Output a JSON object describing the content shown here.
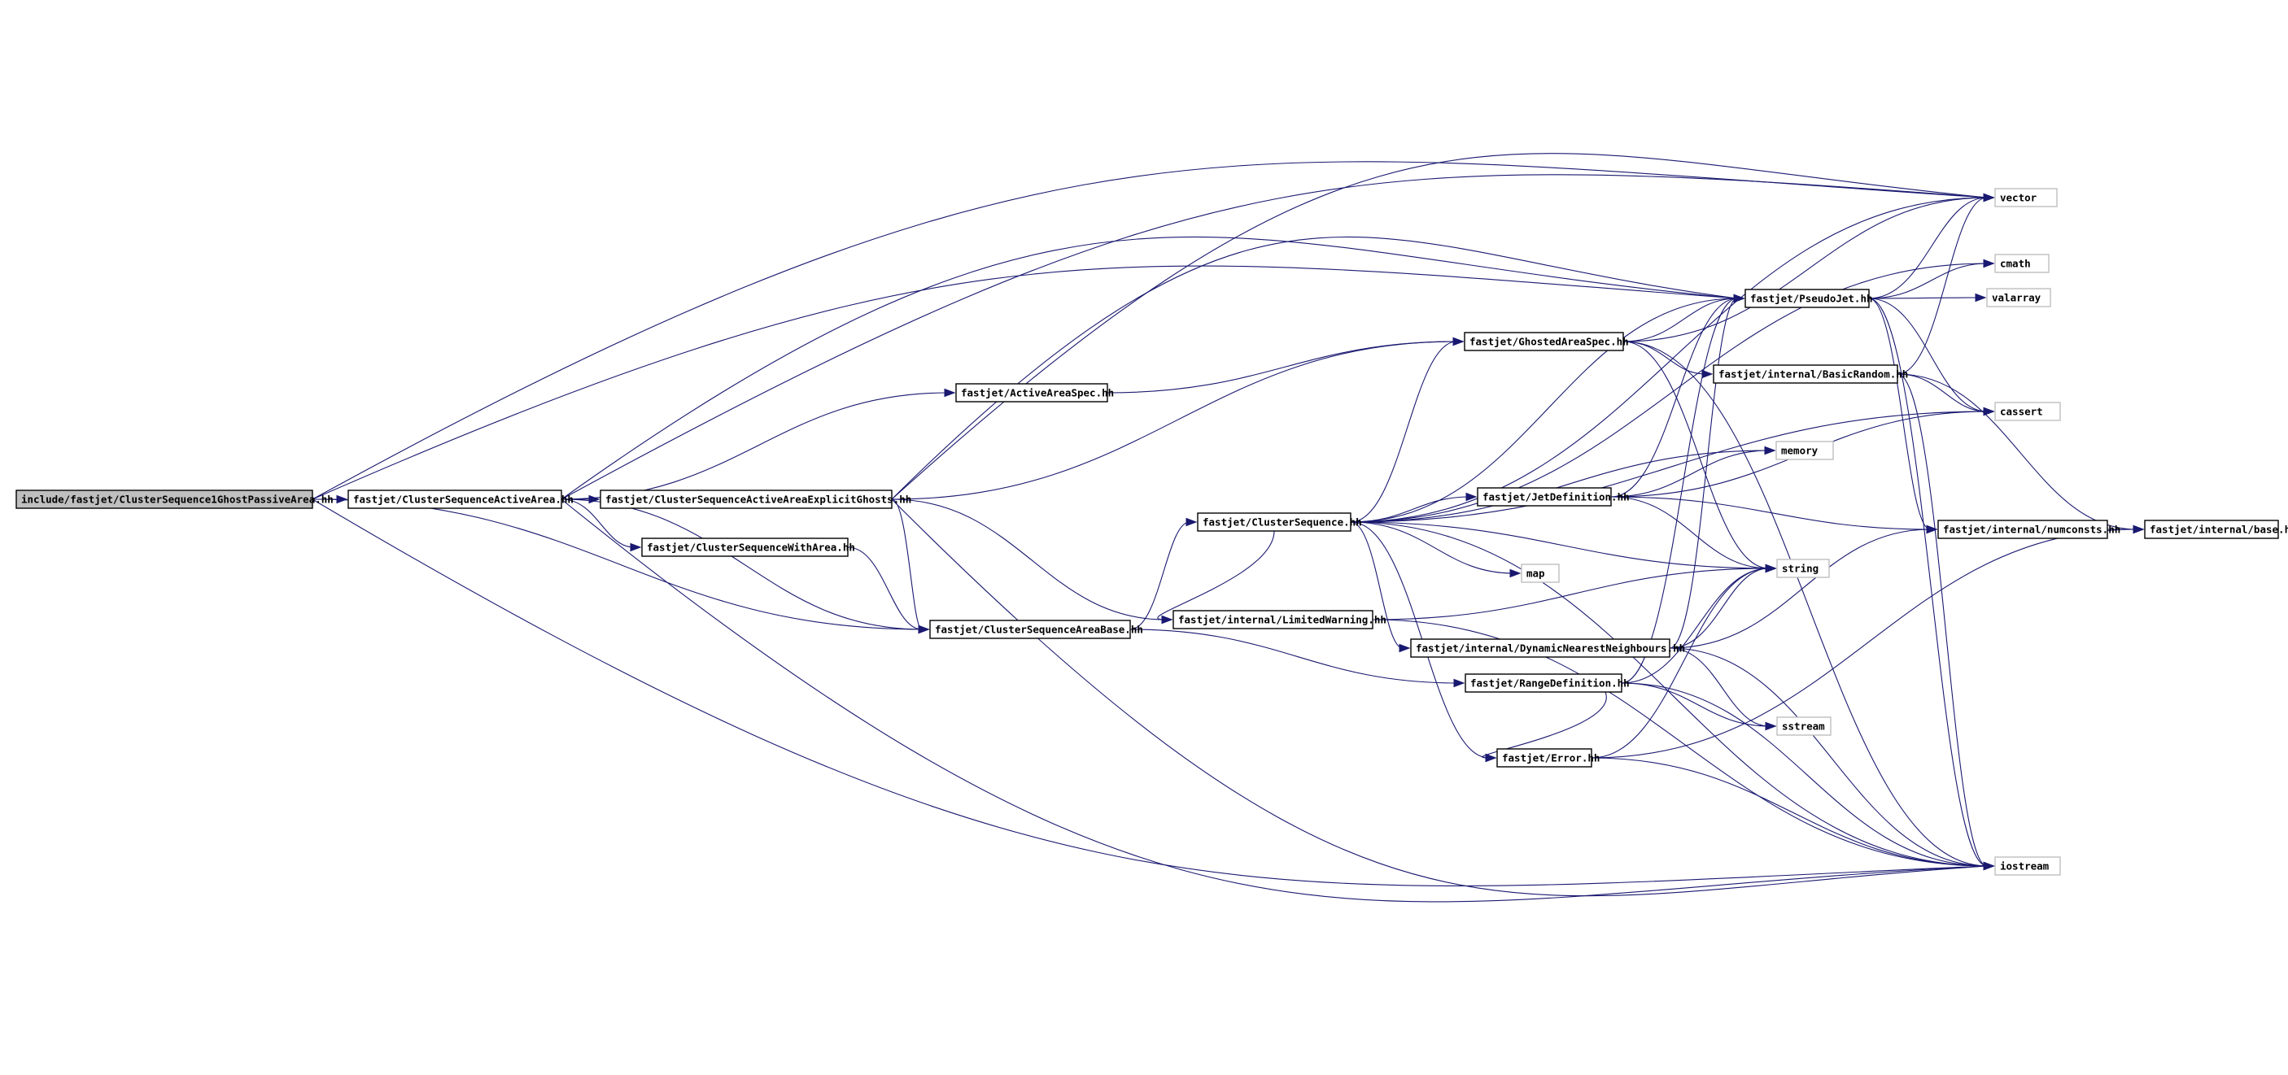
{
  "graph": {
    "edge_color": "#191970",
    "root_fill": "#bfbfbf",
    "external_border": "#bfbfbf",
    "nodes": [
      {
        "id": "root",
        "label": "include/fastjet/ClusterSequence1GhostPassiveArea.hh",
        "root": true
      },
      {
        "id": "csaa",
        "label": "fastjet/ClusterSequenceActiveArea.hh"
      },
      {
        "id": "csaaeg",
        "label": "fastjet/ClusterSequenceActiveAreaExplicitGhosts.hh"
      },
      {
        "id": "aas",
        "label": "fastjet/ActiveAreaSpec.hh"
      },
      {
        "id": "cswa",
        "label": "fastjet/ClusterSequenceWithArea.hh"
      },
      {
        "id": "csab",
        "label": "fastjet/ClusterSequenceAreaBase.hh"
      },
      {
        "id": "cs",
        "label": "fastjet/ClusterSequence.hh"
      },
      {
        "id": "lw",
        "label": "fastjet/internal/LimitedWarning.hh"
      },
      {
        "id": "gas",
        "label": "fastjet/GhostedAreaSpec.hh"
      },
      {
        "id": "jd",
        "label": "fastjet/JetDefinition.hh"
      },
      {
        "id": "dnn",
        "label": "fastjet/internal/DynamicNearestNeighbours.hh"
      },
      {
        "id": "rd",
        "label": "fastjet/RangeDefinition.hh"
      },
      {
        "id": "err",
        "label": "fastjet/Error.hh"
      },
      {
        "id": "pj",
        "label": "fastjet/PseudoJet.hh"
      },
      {
        "id": "br",
        "label": "fastjet/internal/BasicRandom.hh"
      },
      {
        "id": "nc",
        "label": "fastjet/internal/numconsts.hh"
      },
      {
        "id": "base",
        "label": "fastjet/internal/base.hh"
      },
      {
        "id": "vector",
        "label": "vector",
        "external": true
      },
      {
        "id": "cmath",
        "label": "cmath",
        "external": true
      },
      {
        "id": "valarray",
        "label": "valarray",
        "external": true
      },
      {
        "id": "cassert",
        "label": "cassert",
        "external": true
      },
      {
        "id": "memory",
        "label": "memory",
        "external": true
      },
      {
        "id": "map",
        "label": "map",
        "external": true
      },
      {
        "id": "string",
        "label": "string",
        "external": true
      },
      {
        "id": "sstream",
        "label": "sstream",
        "external": true
      },
      {
        "id": "iostream",
        "label": "iostream",
        "external": true
      }
    ],
    "edges": [
      [
        "root",
        "csaa"
      ],
      [
        "root",
        "csab"
      ],
      [
        "root",
        "vector"
      ],
      [
        "root",
        "pj"
      ],
      [
        "root",
        "iostream"
      ],
      [
        "csaa",
        "csaaeg"
      ],
      [
        "csaa",
        "aas"
      ],
      [
        "csaa",
        "cswa"
      ],
      [
        "csaa",
        "csab"
      ],
      [
        "csaa",
        "vector"
      ],
      [
        "csaa",
        "pj"
      ],
      [
        "csaa",
        "iostream"
      ],
      [
        "csaaeg",
        "csab"
      ],
      [
        "csaaeg",
        "gas"
      ],
      [
        "csaaeg",
        "lw"
      ],
      [
        "csaaeg",
        "pj"
      ],
      [
        "csaaeg",
        "vector"
      ],
      [
        "csaaeg",
        "iostream"
      ],
      [
        "aas",
        "gas"
      ],
      [
        "cswa",
        "csab"
      ],
      [
        "csab",
        "cs"
      ],
      [
        "csab",
        "rd"
      ],
      [
        "cs",
        "pj"
      ],
      [
        "cs",
        "gas"
      ],
      [
        "cs",
        "jd"
      ],
      [
        "cs",
        "lw"
      ],
      [
        "cs",
        "dnn"
      ],
      [
        "cs",
        "err"
      ],
      [
        "cs",
        "vector"
      ],
      [
        "cs",
        "cmath"
      ],
      [
        "cs",
        "cassert"
      ],
      [
        "cs",
        "memory"
      ],
      [
        "cs",
        "map"
      ],
      [
        "cs",
        "string"
      ],
      [
        "cs",
        "iostream"
      ],
      [
        "lw",
        "string"
      ],
      [
        "lw",
        "iostream"
      ],
      [
        "gas",
        "pj"
      ],
      [
        "gas",
        "br"
      ],
      [
        "gas",
        "vector"
      ],
      [
        "gas",
        "string"
      ],
      [
        "gas",
        "iostream"
      ],
      [
        "jd",
        "pj"
      ],
      [
        "jd",
        "nc"
      ],
      [
        "jd",
        "string"
      ],
      [
        "jd",
        "cassert"
      ],
      [
        "jd",
        "memory"
      ],
      [
        "dnn",
        "pj"
      ],
      [
        "dnn",
        "string"
      ],
      [
        "dnn",
        "nc"
      ],
      [
        "dnn",
        "sstream"
      ],
      [
        "dnn",
        "iostream"
      ],
      [
        "rd",
        "pj"
      ],
      [
        "rd",
        "err"
      ],
      [
        "rd",
        "string"
      ],
      [
        "rd",
        "sstream"
      ],
      [
        "rd",
        "iostream"
      ],
      [
        "err",
        "string"
      ],
      [
        "err",
        "base"
      ],
      [
        "err",
        "iostream"
      ],
      [
        "pj",
        "vector"
      ],
      [
        "pj",
        "cmath"
      ],
      [
        "pj",
        "valarray"
      ],
      [
        "pj",
        "cassert"
      ],
      [
        "pj",
        "nc"
      ],
      [
        "pj",
        "iostream"
      ],
      [
        "br",
        "vector"
      ],
      [
        "br",
        "cassert"
      ],
      [
        "br",
        "base"
      ],
      [
        "br",
        "iostream"
      ],
      [
        "nc",
        "base"
      ]
    ]
  }
}
